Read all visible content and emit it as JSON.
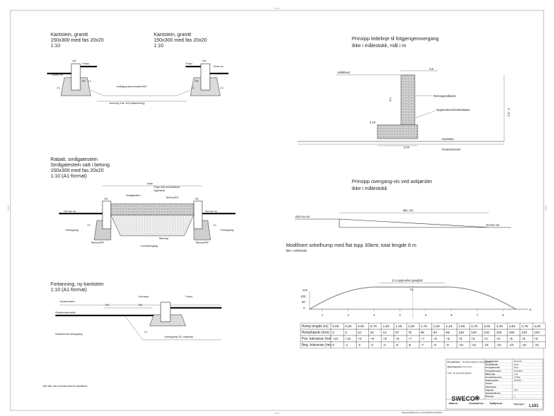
{
  "sections": {
    "kantstein_left": {
      "title": "Kantstein, granitt",
      "sub": "150x300 med fas 20x20",
      "scale": "1:10",
      "labels": {
        "fortau": "Fortau",
        "kjorebane": "Kjørebane",
        "dim_150": "150",
        "dim_300": "300",
        "dim_150mm": "150mm vis",
        "r11": "1:1",
        "r21": "2:1"
      }
    },
    "kantstein_right": {
      "title": "Kantstein, granitt",
      "sub": "150x300 med fas 20x20",
      "scale": "1:10",
      "labels": {
        "fortau": "Fortau",
        "dim_150": "150",
        "dim_200": "200",
        "dim_20mm": "20mm vis",
        "r11": "1:1",
        "r21": "2:1"
      }
    },
    "kantstein_notes": {
      "fuge": "Ledfuging sementmørtel B30",
      "armering": "Armering 3 stk. Ø 8 (kilearmering)"
    },
    "rabatt": {
      "title": "Rabatt, smågatestein",
      "sub1": "Smågatestein satt i betong",
      "sub2": "150x300 med fas 20x20",
      "scale": "1:10 (A1-format)",
      "labels": {
        "varier": "Varier",
        "smagatestein": "Smågatestein",
        "fuger": "Fuger med sementbasert",
        "fuger2": "fugemørtel",
        "betong15": "Betong B15",
        "dim_150a": "150",
        "dim_150b": "150",
        "vis_left": "150 mm vis",
        "vis_right": "150 mm vis",
        "overbygning_l": "Overbygning",
        "overbygning_r": "Overbygning",
        "betong30_l": "Betong B30",
        "betong30_r": "Betong B30",
        "baerelag": "Bærelag",
        "forsterkningslag": "Forsterkningslag",
        "r21_l": "2:1",
        "r21_r": "2:1"
      }
    },
    "fortanning": {
      "title": "Fortanning, ny kantstein",
      "scale": "1:10 (A1-format)",
      "labels": {
        "guranineveien": "Guranineveien",
        "eksisterende_asfalt": "Eksisterende asfalt",
        "eksisterende_overbygning": "Eksisterende overbygning",
        "hvit_stripe": "Hvit stripe",
        "fortau": "Fortau",
        "dim_500a": "500",
        "dim_500b": "500",
        "overbygning_gs": "Overbygning GS- veg/fortau",
        "r11": "1:1"
      }
    },
    "footnote": "Alle mål i mm hvis ikke annet er spesifisert",
    "ledelinje": {
      "title": "Prinsipp ledelinje til fotgjengerovergang",
      "sub": "Ikke i målestokk, mål i m",
      "labels": {
        "asfaltkant": "Asfaltkant",
        "dim_06": "0,6",
        "dim_01": "0,1",
        "dim_015": "0,15",
        "dim_024": "0,24",
        "dim_total": "2,8 - 3",
        "retningsindikator": "Retningsindikator",
        "oppmerksomhetsindikator": "Oppmerksomhetsindikator",
        "kantstein": "Kantstein",
        "guranineveien": "Guranineveien"
      }
    },
    "overgang": {
      "title": "Prinsipp overgang-vis ved avkjørsler",
      "sub": "Ikke i målestokk",
      "labels": {
        "vis_left": "150 mm vis",
        "min": "Min. 2m",
        "vis_right": "20 mm vis"
      }
    },
    "sirkelhump": {
      "title": "Modifisert sirkelhump med flat topp 30kmt, total lengde 8 m",
      "sub": "Ikke i målestokk",
      "labels": {
        "gangfelt": "3 m oppmerket gangfelt",
        "cl": "CL",
        "mm": "mm",
        "y100": "100",
        "y50": "50",
        "y0": "0",
        "m": "m"
      },
      "axis_ticks": [
        "1",
        "2",
        "3",
        "4",
        "5",
        "6",
        "7",
        "8"
      ]
    }
  },
  "hump_table": {
    "rows": [
      {
        "label": "Hump lengde (m)",
        "values": [
          "0,00",
          "0,25",
          "0,50",
          "0,75",
          "1,00",
          "1,25",
          "1,50",
          "1,75",
          "2,00",
          "2,25",
          "2,50",
          "2,75",
          "3,00",
          "3,25",
          "3,50",
          "3,75",
          "4,00"
        ]
      },
      {
        "label": "Humphøyde (mm)",
        "values": [
          "0",
          "3",
          "10",
          "26",
          "44",
          "67",
          "75",
          "86",
          "94",
          "98",
          "100",
          "100",
          "100",
          "100",
          "100",
          "100",
          "100"
        ]
      },
      {
        "label": "Pos. toleranse (mm)",
        "values": [
          "+10",
          "+10",
          "+9",
          "+9",
          "+8",
          "+8",
          "+7",
          "+7",
          "+6",
          "+6",
          "+5",
          "+5",
          "+5",
          "+5",
          "+5",
          "+5",
          "+5"
        ]
      },
      {
        "label": "Neg. toleranse (mm)",
        "values": [
          "0",
          "-1",
          "-2",
          "-3",
          "-4",
          "-5",
          "-6",
          "-7",
          "-8",
          "-9",
          "-10",
          "-10",
          "-10",
          "-10",
          "-10",
          "-10",
          "-10"
        ]
      }
    ]
  },
  "title_block": {
    "left_rows": [
      {
        "k": "Prosjektnavn",
        "v": "Reguleringsplan Guranineveien"
      },
      {
        "k": "Oppdragsgiver",
        "v": "Kommune"
      },
      {
        "k": "",
        "v": "Snitt- og oppmerkingsplan"
      }
    ],
    "right_rows": [
      {
        "k": "Tegningsdato",
        "v": "28.02.20"
      },
      {
        "k": "Prosjektleder",
        "v": "Ingen"
      },
      {
        "k": "Prosjekterende",
        "v": "Navn"
      },
      {
        "k": "Prosjektnummer",
        "v": "10234567"
      },
      {
        "k": "Målestokk",
        "v": "1:50"
      },
      {
        "k": "Koordinatsystem",
        "v": "UTM32"
      },
      {
        "k": "Høydesystem",
        "v": "NN2000"
      },
      {
        "k": "Arkivnr",
        "v": ""
      },
      {
        "k": "Statuskode",
        "v": ""
      },
      {
        "k": "Fagkode",
        "v": "VEG"
      },
      {
        "k": "Tegningsfilnavn",
        "v": ""
      },
      {
        "k": "Revisjon",
        "v": "0"
      }
    ],
    "brand": "SWECO",
    "sign_headers": [
      "Utført av",
      "Kontrollert av",
      "Godkjent av"
    ],
    "tegning_label": "Tegningsnr",
    "tegning_nr": "L101",
    "fine_print": "Aksept/godkjenning, se prosjektdokumentasjon"
  }
}
